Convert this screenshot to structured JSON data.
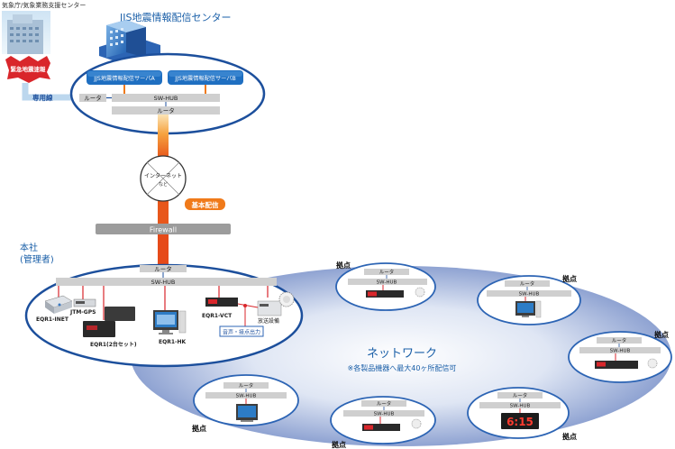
{
  "header": {
    "jma_label": "気象庁/気象業務支援センター",
    "center_title": "JJS地震情報配信センター"
  },
  "center": {
    "server_a": "JJS地震情報配信サーバA",
    "server_b": "JJS地震情報配信サーバB",
    "hub": "SW-HUB",
    "router_left": "ルータ",
    "router_bottom": "ルータ",
    "emergency_badge": "緊急地震速報",
    "leased_line": "専用線"
  },
  "internet": {
    "label_top": "インターネット",
    "label_bottom": "など",
    "basic_delivery": "基本配信"
  },
  "firewall": "Firewall",
  "hq": {
    "title_line1": "本社",
    "title_line2": "(管理者)",
    "router": "ルータ",
    "hub": "SW-HUB",
    "devices": {
      "eqr1_inet": "EQR1-INET",
      "jtm_gps": "JTM-GPS",
      "eqr1_set": "EQR1(2台セット)",
      "eqr1_hk": "EQR1-HK",
      "eqr1_vct": "EQR1-VCT",
      "broadcast": "放送設備",
      "audio_out": "音声・接点出力"
    }
  },
  "network": {
    "title": "ネットワーク",
    "subtitle": "※各製品機器へ最大40ヶ所配信可"
  },
  "branches": [
    {
      "label": "拠点",
      "router": "ルータ",
      "hub": "SW-HUB",
      "display": ""
    },
    {
      "label": "拠点",
      "router": "ルータ",
      "hub": "SW-HUB",
      "display": ""
    },
    {
      "label": "拠点",
      "router": "ルータ",
      "hub": "SW-HUB",
      "display": ""
    },
    {
      "label": "拠点",
      "router": "ルータ",
      "hub": "SW-HUB",
      "display": ""
    },
    {
      "label": "拠点",
      "router": "ルータ",
      "hub": "SW-HUB",
      "display": ""
    },
    {
      "label": "拠点",
      "router": "ルータ",
      "hub": "SW-HUB",
      "display": "6:15"
    }
  ],
  "colors": {
    "center_blue": "#1a5fa8",
    "line_blue": "#1c4f9c",
    "server_box": "#1f6fc1",
    "orange_trunk": "#f07a1a",
    "emergency_red": "#d9262b",
    "bar_gray": "#cfcfcf",
    "network_glow": "#9fb2dc"
  }
}
